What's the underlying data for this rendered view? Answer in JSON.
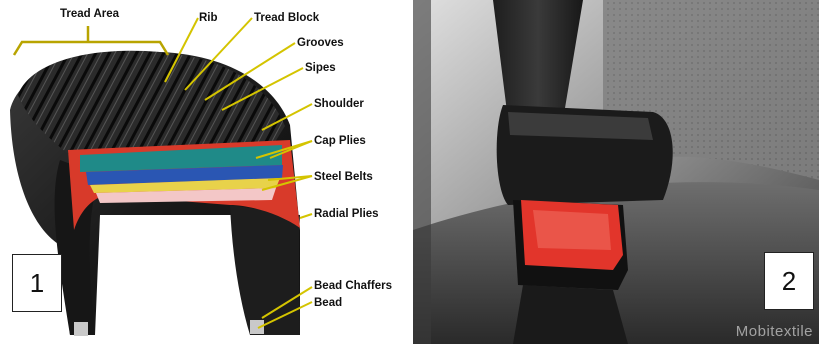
{
  "panel1": {
    "number": "1",
    "labels": {
      "tread_area": "Tread Area",
      "rib": "Rib",
      "tread_block": "Tread Block",
      "grooves": "Grooves",
      "sipes": "Sipes",
      "shoulder": "Shoulder",
      "cap_plies": "Cap Plies",
      "steel_belts": "Steel Belts",
      "radial_plies": "Radial Plies",
      "bead_chaffers": "Bead Chaffers",
      "bead": "Bead"
    }
  },
  "panel2": {
    "number": "2",
    "watermark": "Mobitextile"
  },
  "colors": {
    "leader_line": "#d4c400",
    "cap_ply": "#1f8a88",
    "steel_belt": "#2a56b3",
    "radial_ply": "#d83a2a"
  }
}
